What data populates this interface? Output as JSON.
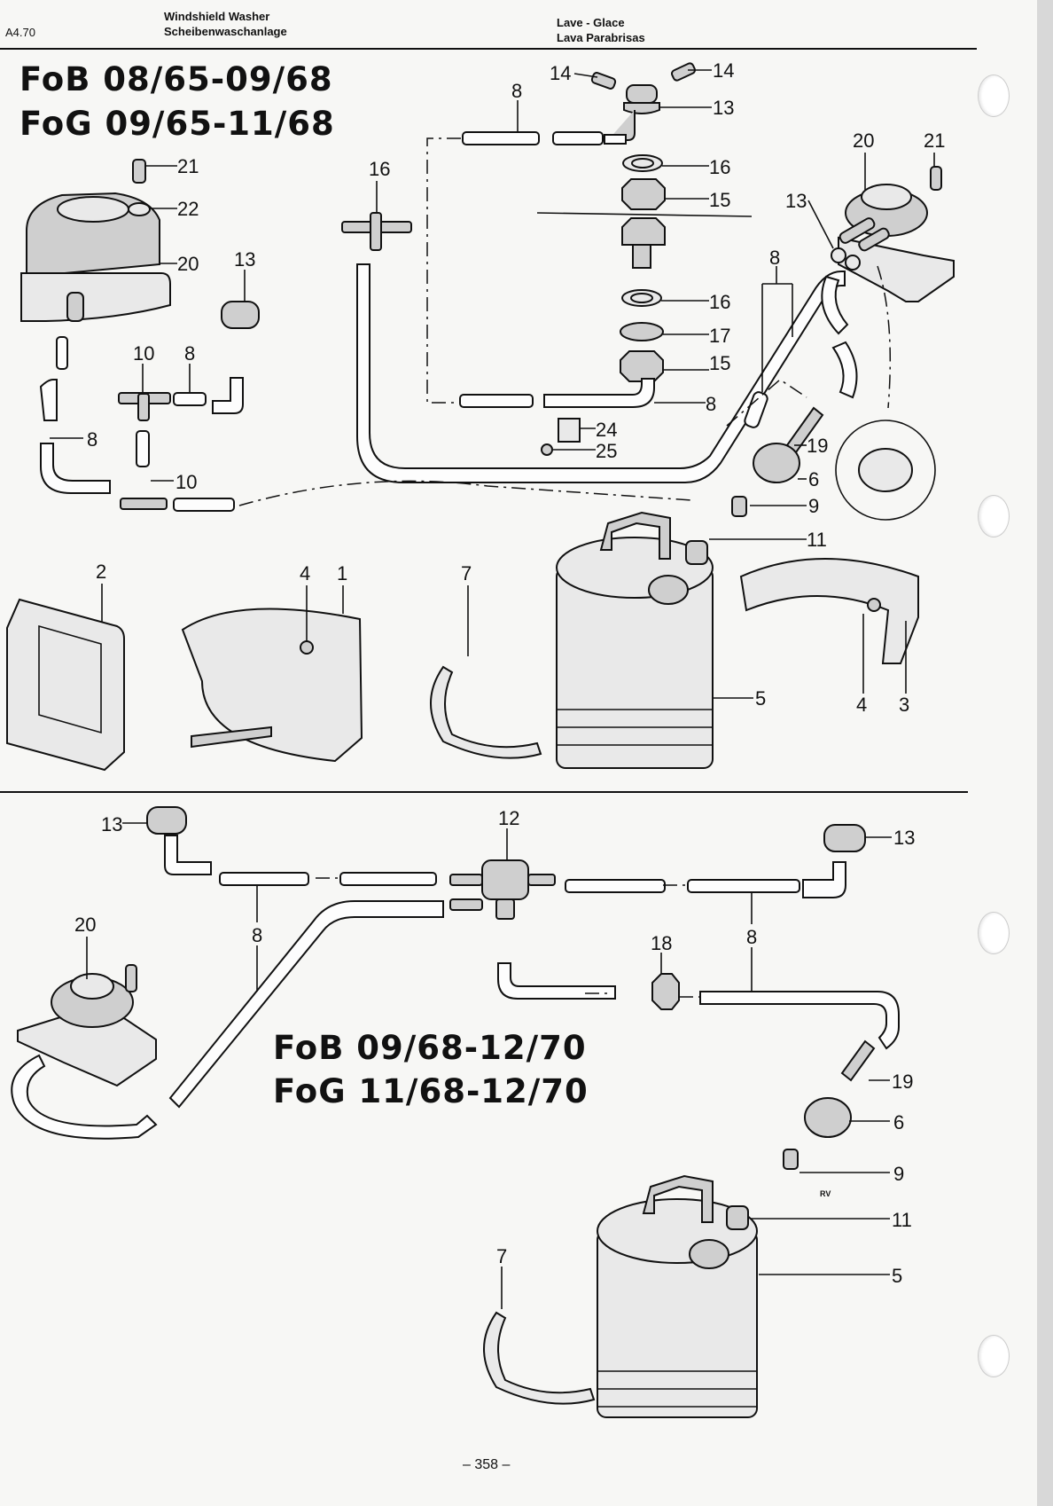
{
  "header": {
    "ref": "A4.70",
    "title_en": "Windshield Washer",
    "title_de": "Scheibenwaschanlage",
    "title_fr": "Lave - Glace",
    "title_es": "Lava Parabrisas"
  },
  "section_top": {
    "range_1": "FoB 08/65-09/68",
    "range_2": "FoG 09/65-11/68"
  },
  "section_bottom": {
    "range_1": "FoB 09/68-12/70",
    "range_2": "FoG 11/68-12/70"
  },
  "footer": {
    "page_number": "– 358 –",
    "signature": "RV"
  },
  "callouts": {
    "top": [
      "14",
      "14",
      "13",
      "8",
      "16",
      "16",
      "15",
      "15",
      "16",
      "17",
      "8",
      "24",
      "25",
      "20",
      "21",
      "13",
      "8",
      "21",
      "22",
      "20",
      "13",
      "10",
      "8",
      "8",
      "10",
      "19",
      "6",
      "9",
      "11",
      "2",
      "4",
      "1",
      "7",
      "5",
      "4",
      "3"
    ],
    "bottom": [
      "13",
      "12",
      "13",
      "20",
      "8",
      "8",
      "18",
      "19",
      "6",
      "9",
      "11",
      "5",
      "7"
    ]
  }
}
